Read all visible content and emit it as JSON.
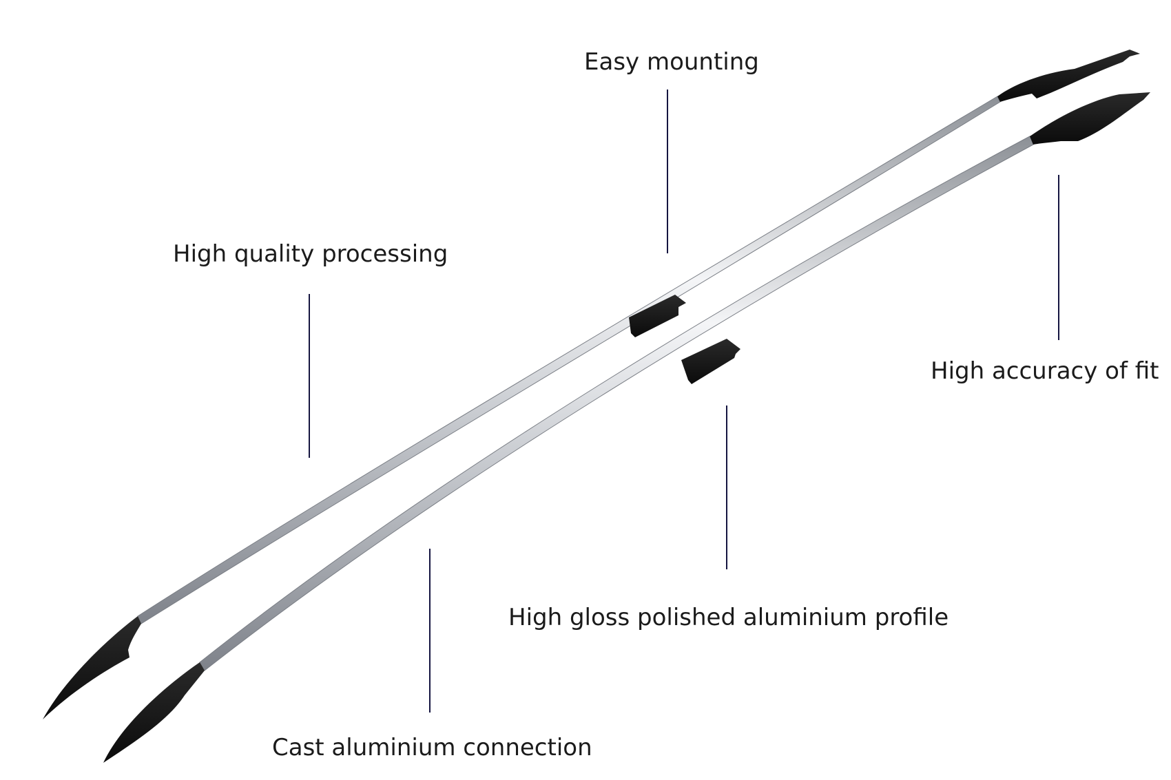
{
  "labels": {
    "easy_mounting": "Easy mounting",
    "high_quality_processing": "High quality processing",
    "high_accuracy_of_fit": "High accuracy of fit",
    "high_gloss_profile": "High gloss polished aluminium profile",
    "cast_aluminium_connection": "Cast aluminium connection"
  },
  "colors": {
    "rail_silver": "#c9ccd1",
    "rail_highlight": "#f4f5f7",
    "rail_shadow": "#8c9096",
    "end_cap_black": "#151515",
    "leader_line": "#151540",
    "text": "#1b1b1b"
  }
}
